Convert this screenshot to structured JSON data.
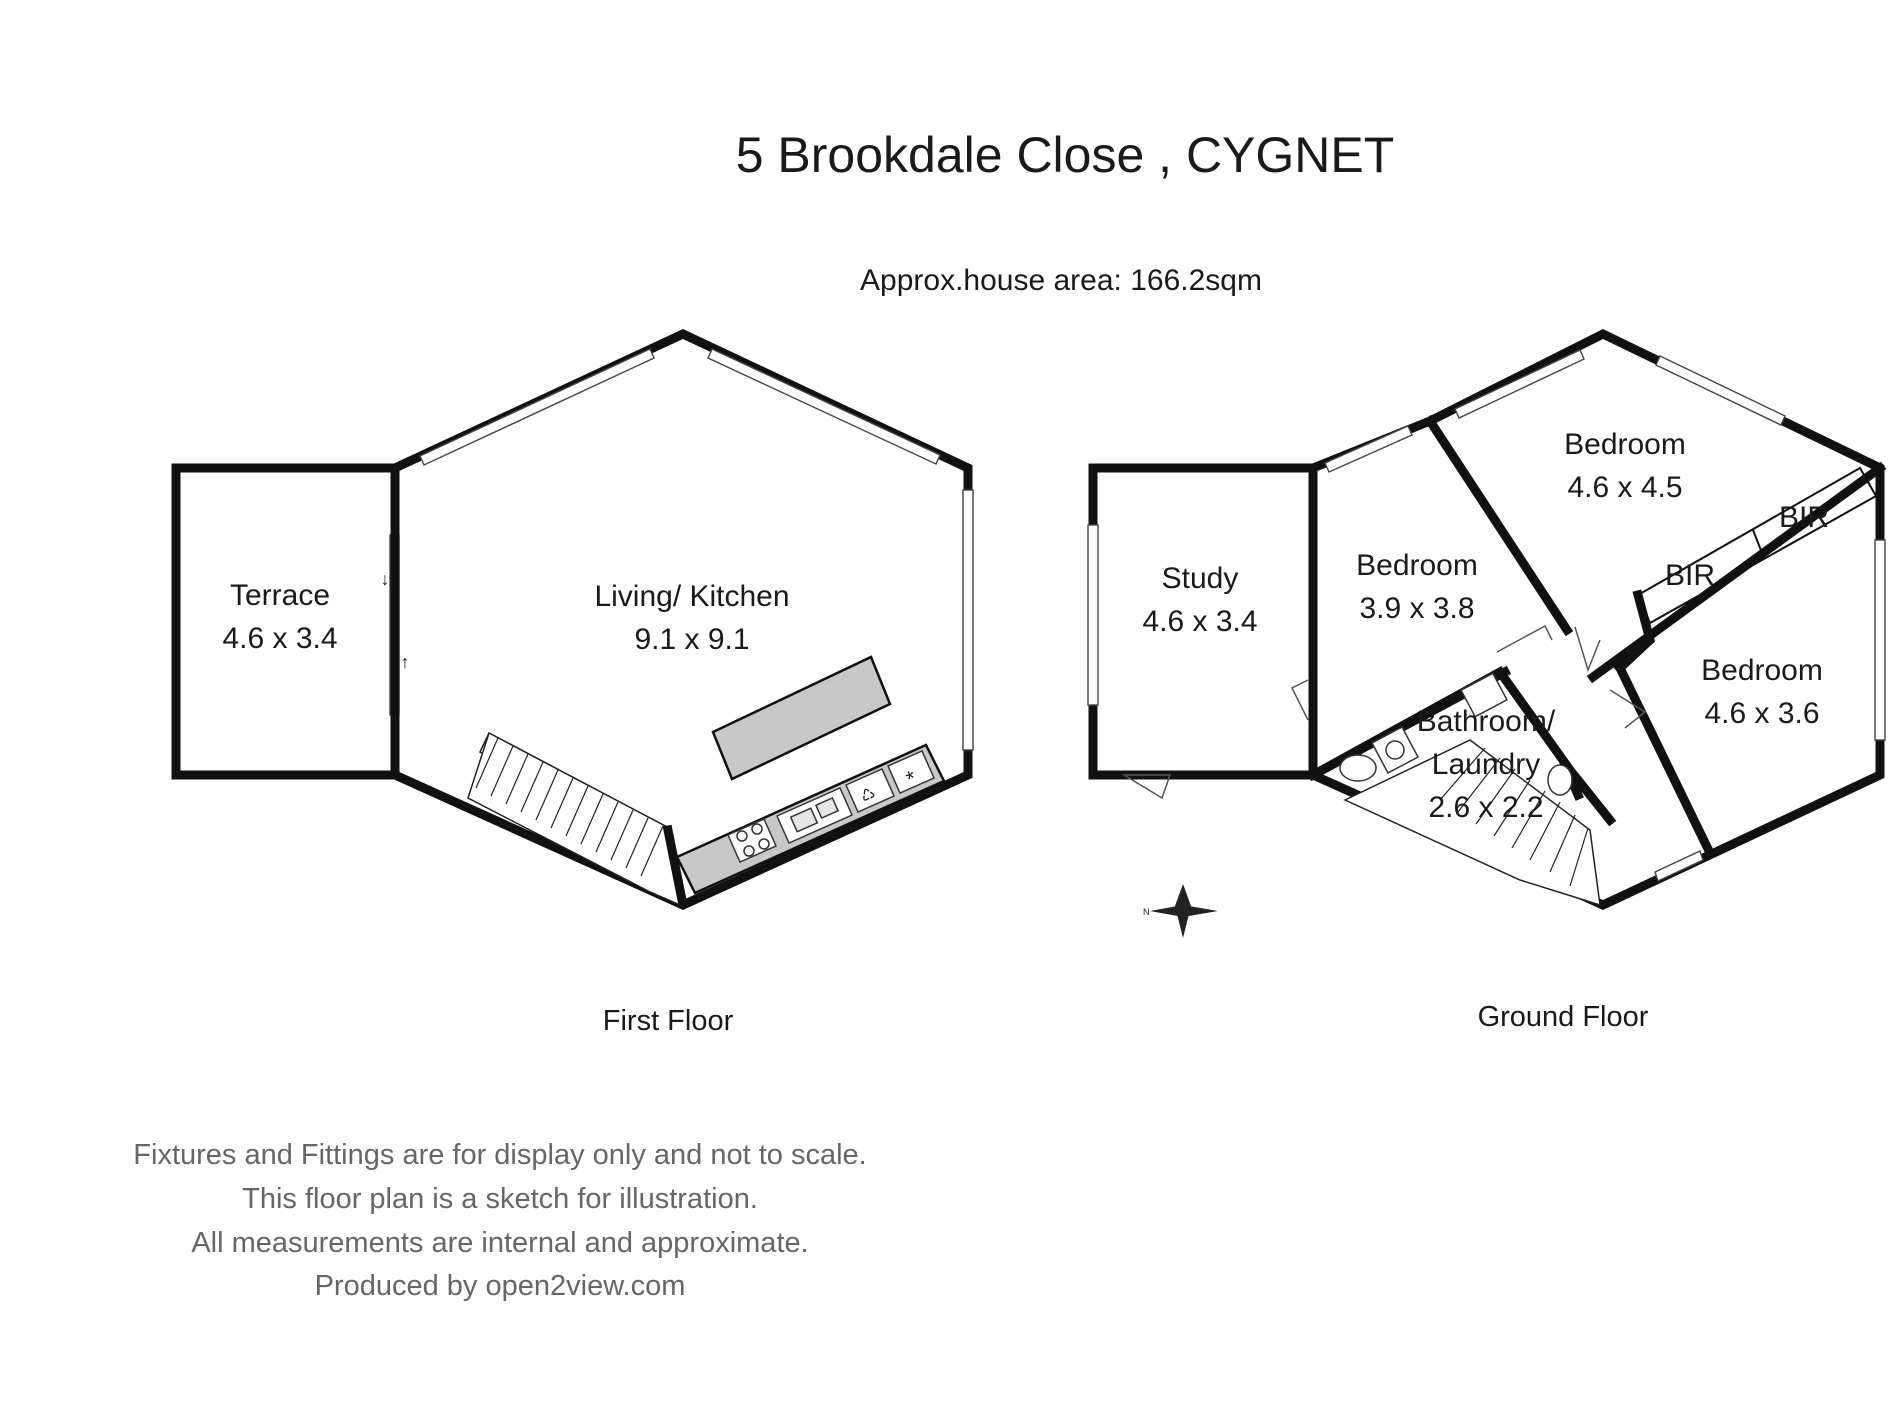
{
  "header": {
    "title": "5 Brookdale Close , CYGNET",
    "area": "Approx.house area: 166.2sqm"
  },
  "first_floor": {
    "label": "First Floor",
    "rooms": [
      {
        "name": "Terrace",
        "size": "4.6 x 3.4"
      },
      {
        "name": "Living/ Kitchen",
        "size": "9.1 x 9.1"
      }
    ]
  },
  "ground_floor": {
    "label": "Ground Floor",
    "rooms": [
      {
        "name": "Study",
        "size": "4.6 x 3.4"
      },
      {
        "name": "Bedroom",
        "size": "3.9 x 3.8"
      },
      {
        "name": "Bedroom",
        "size": "4.6 x 4.5"
      },
      {
        "name": "Bedroom",
        "size": "4.6 x 3.6"
      },
      {
        "name": "Bathroom/",
        "name2": "Laundry",
        "size": "2.6 x 2.2"
      }
    ],
    "closets": [
      "BIR",
      "BIR"
    ]
  },
  "footer": {
    "lines": [
      "Fixtures and Fittings are for display only and not to scale.",
      "This floor plan is a sketch for illustration.",
      "All measurements are internal and approximate.",
      "Produced by open2view.com"
    ]
  }
}
